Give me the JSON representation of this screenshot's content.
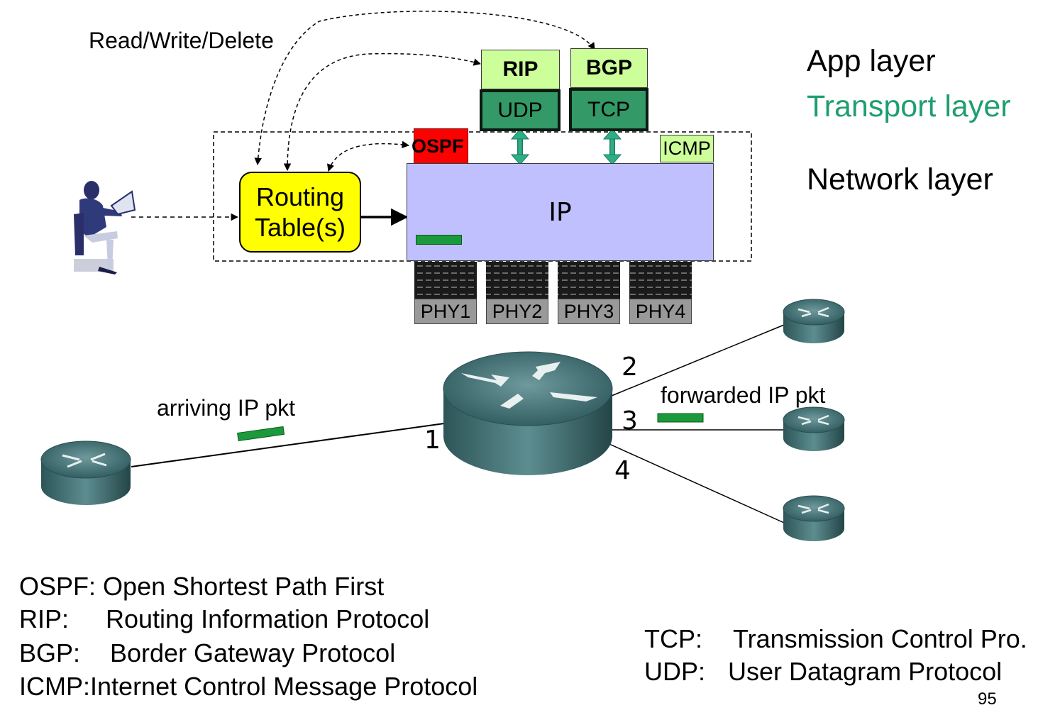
{
  "annotations": {
    "read_write_delete": "Read/Write/Delete"
  },
  "layers": {
    "app": "App layer",
    "transport": "Transport layer",
    "network": "Network layer"
  },
  "protocols": {
    "rip": "RIP",
    "bgp": "BGP",
    "udp": "UDP",
    "tcp": "TCP",
    "ospf": "OSPF",
    "icmp": "ICMP",
    "ip": "IP",
    "routing_table_line1": "Routing",
    "routing_table_line2": "Table(s)"
  },
  "phy": [
    "PHY1",
    "PHY2",
    "PHY3",
    "PHY4"
  ],
  "network": {
    "arriving": "arriving IP pkt",
    "forwarded": "forwarded IP pkt",
    "ports": [
      "1",
      "2",
      "3",
      "4"
    ]
  },
  "legend_left": [
    {
      "abbr": "OSPF:",
      "full": "Open Shortest Path First"
    },
    {
      "abbr": "RIP:",
      "full": "Routing Information Protocol"
    },
    {
      "abbr": "BGP:",
      "full": "Border Gateway Protocol"
    },
    {
      "abbr": "ICMP:",
      "full": "Internet Control Message Protocol"
    }
  ],
  "legend_right": [
    {
      "abbr": "TCP:",
      "full": "Transmission Control Pro."
    },
    {
      "abbr": "UDP:",
      "full": "User Datagram Protocol"
    }
  ],
  "page_number": "95",
  "colors": {
    "app_box": "#ccff99",
    "transport_box": "#339966",
    "transport_text": "#1f9e70",
    "ospf_box": "#ff0000",
    "ip_box": "#c0c0ff",
    "routing_table": "#ffff00",
    "packet": "#1a9a3a",
    "phy_label": "#999999",
    "arrow_teal": "#2eae86",
    "router": "#3f6f72"
  }
}
